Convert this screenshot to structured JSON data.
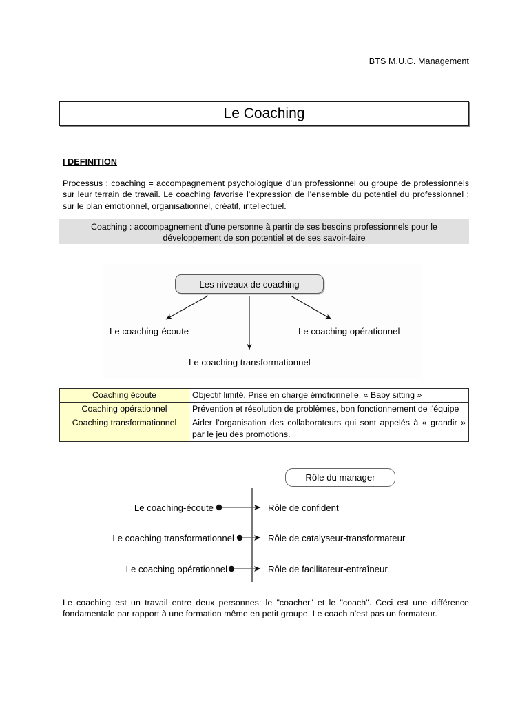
{
  "document": {
    "header": "BTS M.U.C. Management",
    "title": "Le Coaching",
    "section_heading": "I DEFINITION",
    "definition_paragraph": "Processus : coaching = accompagnement psychologique d’un professionnel ou groupe de professionnels sur leur terrain de travail. Le coaching favorise l’expression de l’ensemble du potentiel du professionnel : sur le plan émotionnel, organisationnel, créatif, intellectuel.",
    "highlight_definition": "Coaching : accompagnement d’une personne à partir de ses besoins professionnels pour le développement de son potentiel et de ses savoir-faire",
    "closing_paragraph": "Le coaching est un travail entre deux personnes: le \"coacher\" et le \"coach\". Ceci est une différence fondamentale par rapport à une formation même en petit groupe. Le coach n'est pas un formateur."
  },
  "diagram_levels": {
    "center_node": "Les niveaux de coaching",
    "branch_left": "Le coaching-écoute",
    "branch_right": "Le coaching opérationnel",
    "branch_down": "Le coaching transformationnel"
  },
  "comparison_table": {
    "rows": [
      {
        "term": "Coaching écoute",
        "description": "Objectif limité. Prise en charge émotionnelle. « Baby sitting »"
      },
      {
        "term": "Coaching opérationnel",
        "description": "Prévention et résolution de problèmes, bon fonctionnement de l'équipe"
      },
      {
        "term": "Coaching transformationnel",
        "description": "Aider l’organisation des collaborateurs qui sont appelés à « grandir » par le jeu des promotions."
      }
    ]
  },
  "diagram_roles": {
    "title_node": "Rôle du manager",
    "rows": [
      {
        "source": "Le coaching-écoute",
        "target": "Rôle de confident"
      },
      {
        "source": "Le coaching transformationnel",
        "target": "Rôle de catalyseur-transformateur"
      },
      {
        "source": "Le coaching opérationnel",
        "target": "Rôle de facilitateur-entraîneur"
      }
    ]
  },
  "colors": {
    "table_term_background": "#ffffcc",
    "highlight_background": "#e0e0e0",
    "node_background": "#e8e8e8"
  }
}
